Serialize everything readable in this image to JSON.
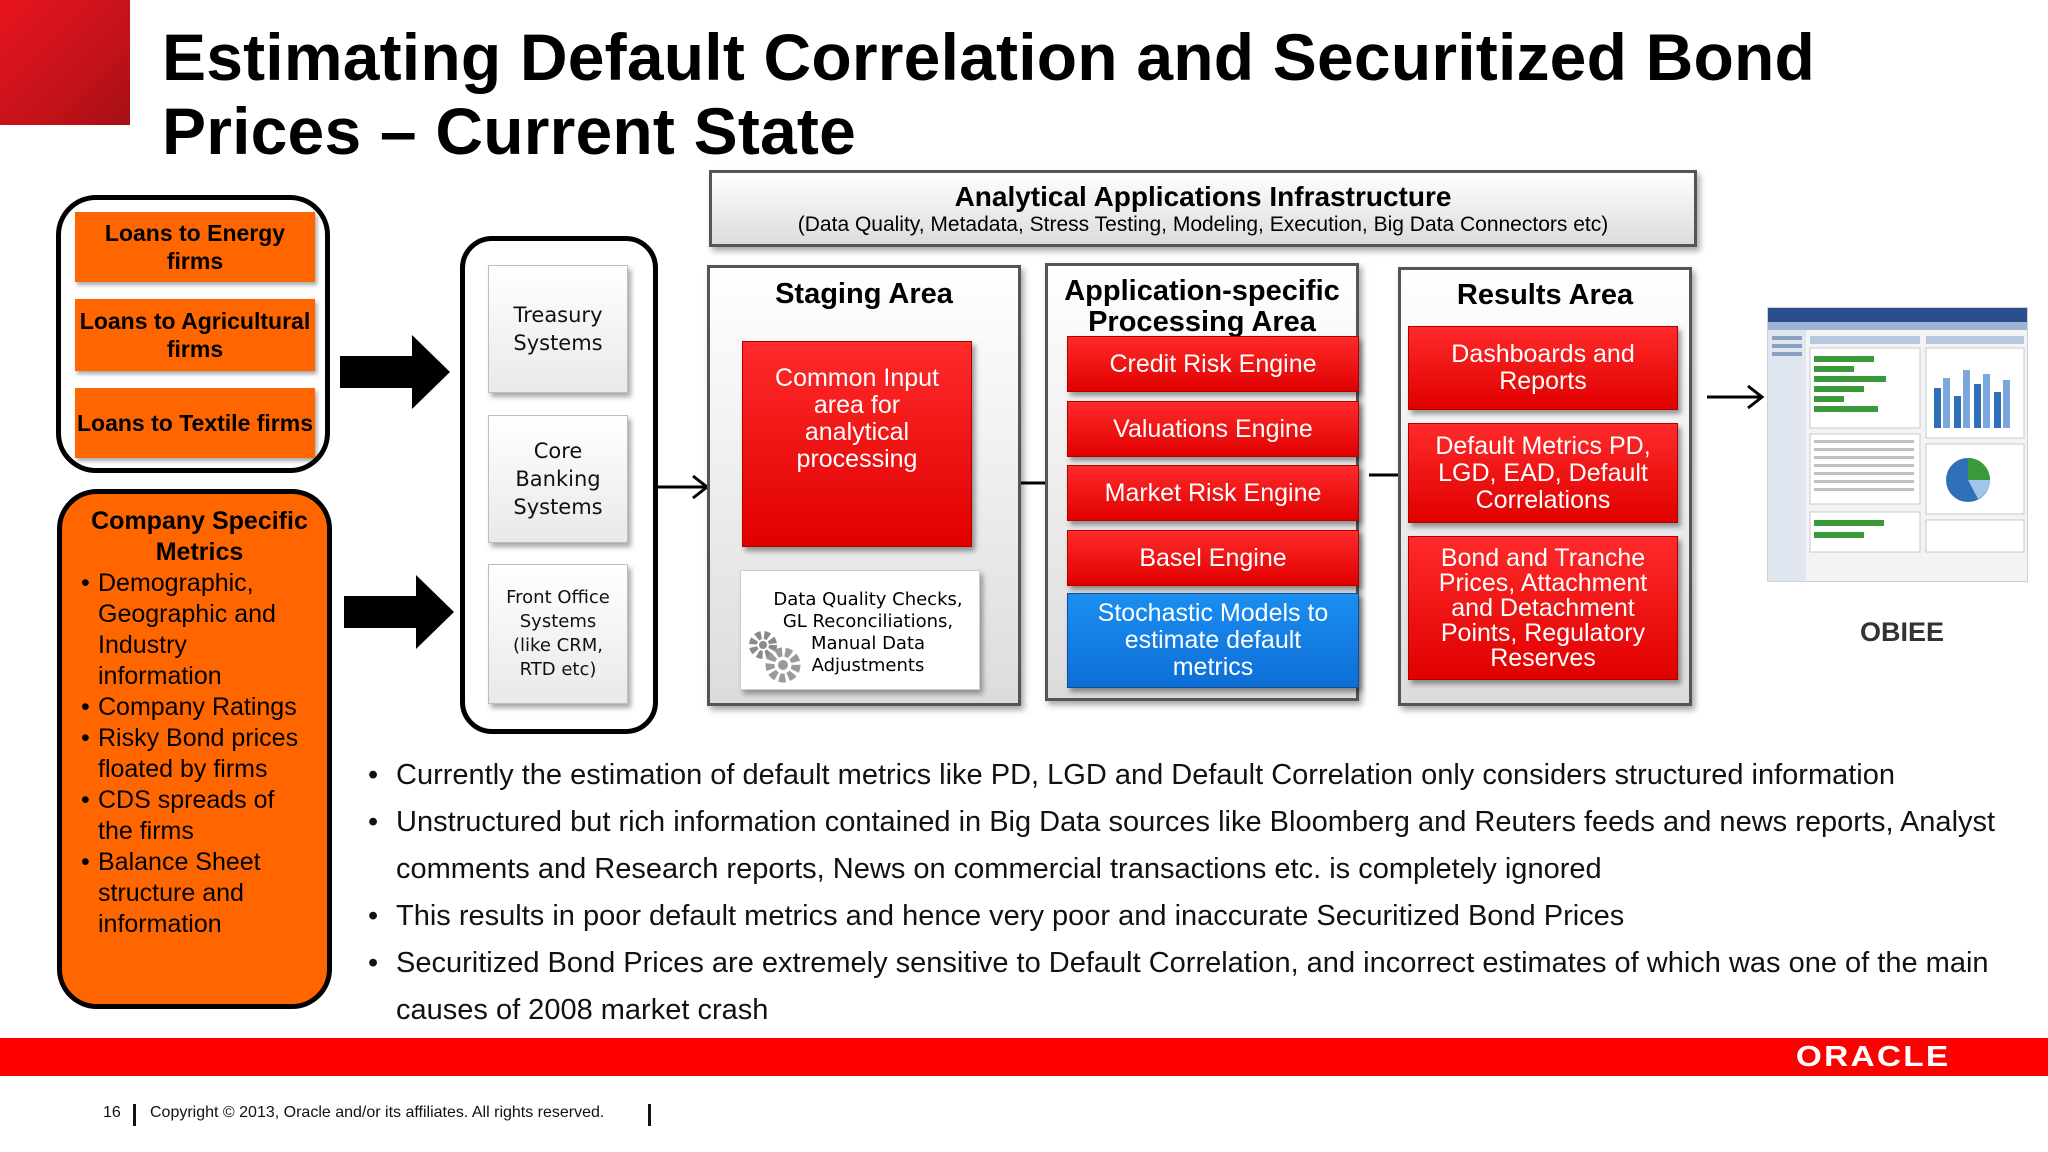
{
  "slide": {
    "title": "Estimating Default Correlation and Securitized Bond Prices – Current State",
    "page_number": "16",
    "copyright": "Copyright © 2013, Oracle and/or its affiliates. All rights reserved.",
    "logo_text": "ORACLE"
  },
  "loans": [
    "Loans to Energy firms",
    "Loans to Agricultural firms",
    "Loans to Textile firms"
  ],
  "metrics": {
    "title": "Company Specific Metrics",
    "items": [
      "Demographic, Geographic and Industry information",
      "Company Ratings",
      "Risky Bond prices floated by firms",
      "CDS spreads of the firms",
      "Balance Sheet structure and information"
    ]
  },
  "systems": [
    "Treasury Systems",
    "Core Banking Systems",
    "Front Office Systems (like CRM, RTD etc)"
  ],
  "infra": {
    "title": "Analytical Applications Infrastructure",
    "subtitle": "(Data Quality, Metadata, Stress Testing, Modeling, Execution, Big Data Connectors etc)"
  },
  "staging": {
    "title": "Staging Area",
    "input_box": "Common Input area for analytical processing",
    "dq_box": "Data Quality Checks, GL Reconciliations, Manual Data Adjustments"
  },
  "processing": {
    "title": "Application-specific Processing Area",
    "engines": [
      "Credit Risk Engine",
      "Valuations Engine",
      "Market Risk Engine",
      "Basel Engine"
    ],
    "stochastic": "Stochastic Models to estimate default metrics"
  },
  "results": {
    "title": "Results Area",
    "items": [
      "Dashboards and Reports",
      "Default Metrics PD, LGD, EAD, Default Correlations",
      "Bond and Tranche Prices, Attachment and Detachment Points, Regulatory Reserves"
    ]
  },
  "obiee": {
    "label": "OBIEE"
  },
  "bullets": [
    "Currently the estimation of default metrics like PD, LGD and Default Correlation only considers structured information",
    "Unstructured but rich information contained in Big Data sources like Bloomberg and Reuters feeds and news reports, Analyst comments and Research reports, News on commercial transactions etc. is completely ignored",
    "This results in poor default metrics and hence very poor and inaccurate Securitized Bond Prices",
    "Securitized Bond Prices are extremely sensitive to Default Correlation, and incorrect estimates of which was one of the main causes of 2008 market crash"
  ],
  "colors": {
    "brand_red": "#ff0000",
    "orange": "#ff6600",
    "engine_red": "#e00000",
    "stochastic_blue": "#0d6ed6"
  }
}
